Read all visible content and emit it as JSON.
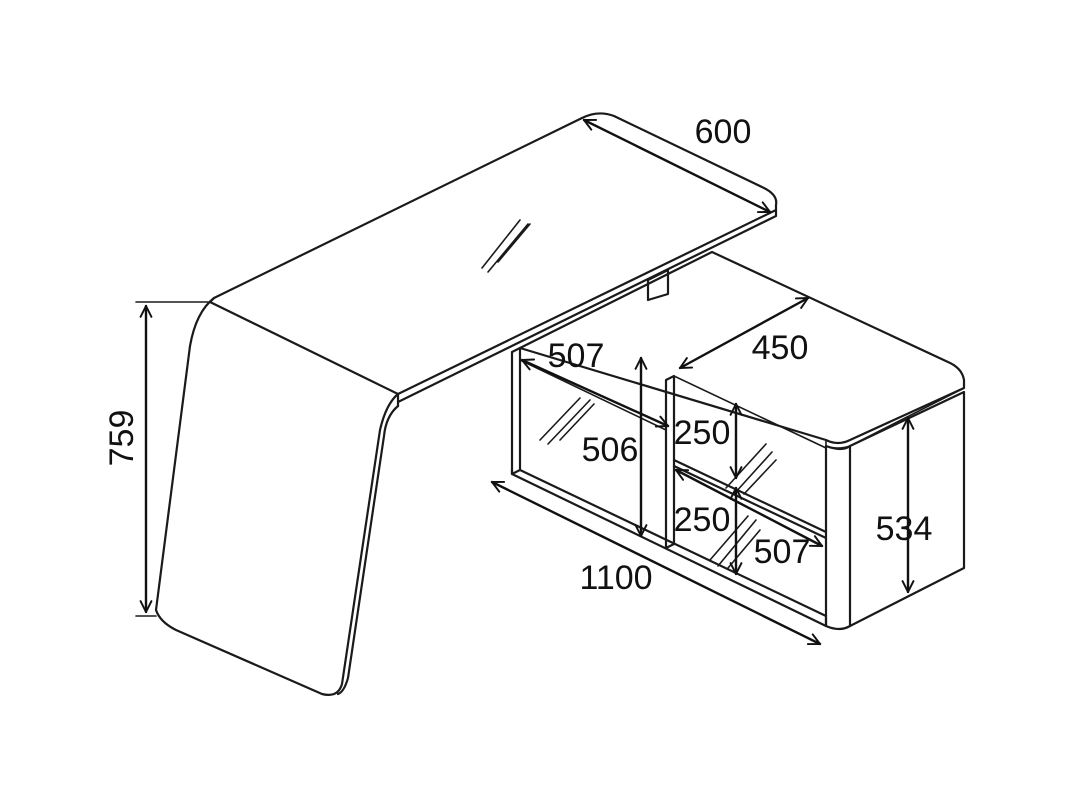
{
  "dimensions": {
    "top_depth": "600",
    "desk_height": "759",
    "shelf_depth_upper": "507",
    "cabinet_depth": "450",
    "shelf_height": "506",
    "upper_compartment": "250",
    "lower_compartment": "250",
    "shelf_depth_lower": "507",
    "cabinet_height": "534",
    "cabinet_length": "1100"
  }
}
